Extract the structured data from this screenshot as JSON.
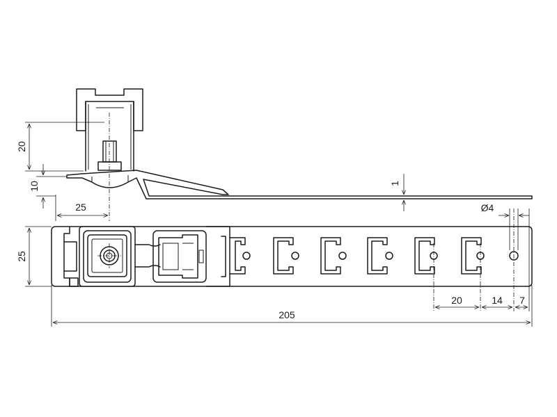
{
  "dimensions": {
    "side_view_height": "20",
    "side_view_offset": "10",
    "side_view_offset_width": "25",
    "strip_thickness": "1",
    "hole_diameter": "Ø4",
    "strip_width": "25",
    "hole_pitch": "20",
    "hole_spacing": "14",
    "end_distance": "7",
    "total_length": "205"
  }
}
